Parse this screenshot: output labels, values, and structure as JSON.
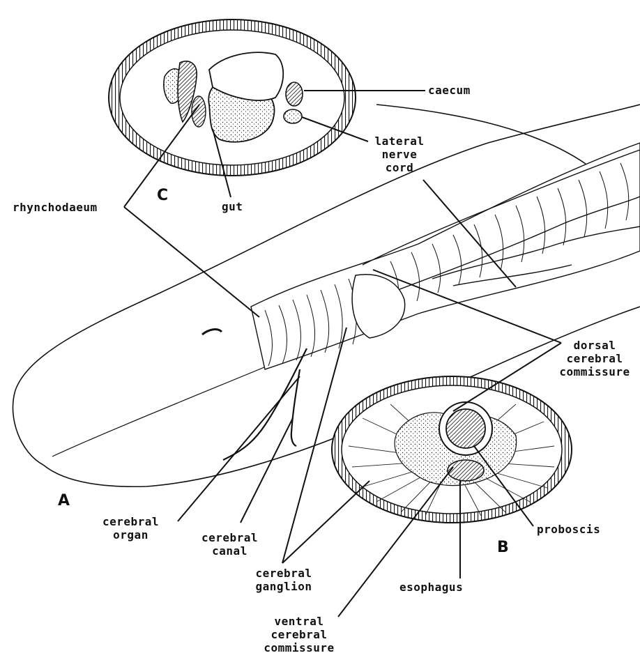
{
  "figure": {
    "panel_letters": {
      "a": "A",
      "b": "B",
      "c": "C"
    },
    "labels": {
      "caecum": "caecum",
      "lateral_nerve_cord": "lateral\nnerve\ncord",
      "rhynchodaeum": "rhynchodaeum",
      "gut": "gut",
      "dorsal_cerebral_commissure": "dorsal\ncerebral\ncommissure",
      "proboscis": "proboscis",
      "esophagus": "esophagus",
      "cerebral_organ": "cerebral\norgan",
      "cerebral_canal": "cerebral\ncanal",
      "cerebral_ganglion": "cerebral\nganglion",
      "ventral_cerebral_commissure": "ventral\ncerebral\ncommissure"
    }
  }
}
